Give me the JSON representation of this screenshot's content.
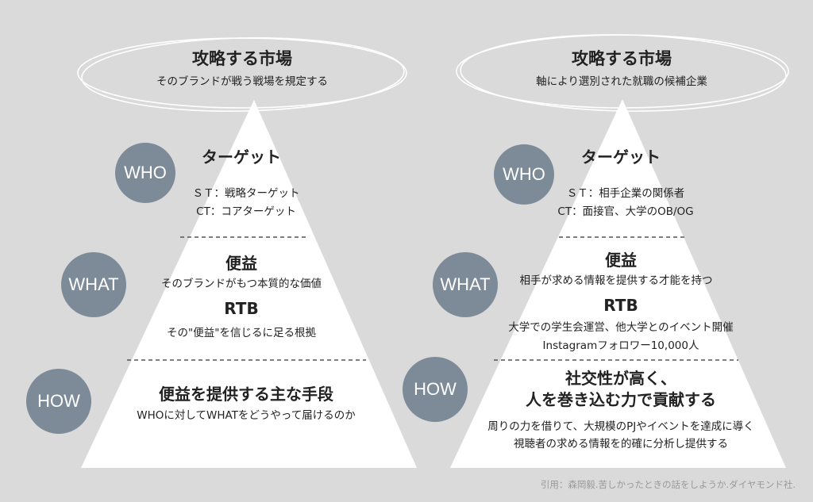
{
  "colors": {
    "background": "#dadada",
    "triangle": "#ffffff",
    "circle": "#7d8a98",
    "divider": "#555555"
  },
  "left": {
    "market_title": "攻略する市場",
    "market_sub": "そのブランドが戦う戦場を規定する",
    "who_label": "WHO",
    "target_title": "ターゲット",
    "target_st": "ＳＴ：戦略ターゲット",
    "target_ct": "CT：コアターゲット",
    "what_label": "WHAT",
    "benefit_title": "便益",
    "benefit_desc": "そのブランドがもつ本質的な価値",
    "rtb_title": "RTB",
    "rtb_desc": "その\"便益\"を信じるに足る根拠",
    "how_label": "HOW",
    "how_title": "便益を提供する主な手段",
    "how_desc": "WHOに対してWHATをどうやって届けるのか"
  },
  "right": {
    "market_title": "攻略する市場",
    "market_sub": "軸により選別された就職の候補企業",
    "who_label": "WHO",
    "target_title": "ターゲット",
    "target_st": "ＳＴ：相手企業の関係者",
    "target_ct": "CT：面接官、大学のOB/OG",
    "what_label": "WHAT",
    "benefit_title": "便益",
    "benefit_desc": "相手が求める情報を提供する才能を持つ",
    "rtb_title": "RTB",
    "rtb_desc1": "大学での学生会運営、他大学とのイベント開催",
    "rtb_desc2": "Instagramフォロワー10,000人",
    "how_label": "HOW",
    "how_title1": "社交性が高く、",
    "how_title2": "人を巻き込む力で貢献する",
    "how_desc1": "周りの力を借りて、大規模のPJやイベントを達成に導く",
    "how_desc2": "視聴者の求める情報を的確に分析し提供する"
  },
  "credit": "引用：森岡毅.苦しかったときの話をしようか.ダイヤモンド社."
}
